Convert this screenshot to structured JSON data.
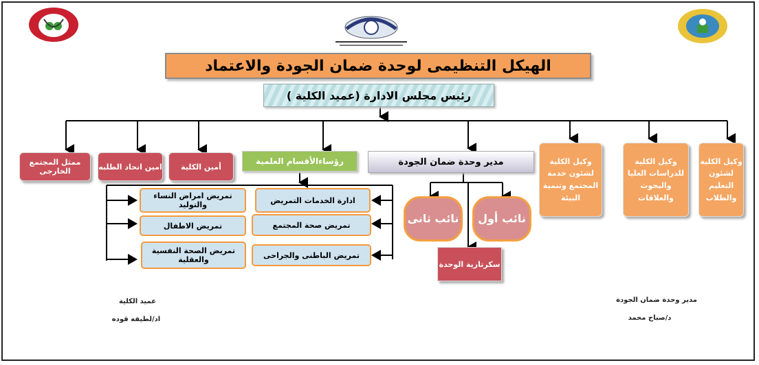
{
  "title": "الهيكل التنظيمى لوحدة ضمان الجودة والاعتماد",
  "chair": "رئيس مجلس الادارة (عميد الكلية )",
  "top_row": {
    "vice_students": "وكيل الكلية لشئون التعليم والطلاب",
    "vice_grad": "وكيل الكلية للدراسات العليا والبحوث والعلاقات",
    "vice_community": "وكيل الكلية لشئون خدمة المجتمع وتنمية البيئة",
    "quality_director": "مدير وحدة ضمان الجودة",
    "dept_heads": "رؤساءالأقسام العلمية",
    "college_secretary": "أمين الكلية",
    "union_secretary": "امين اتحاد الطلبه",
    "community_rep": "ممثل المجتمع الخارجى"
  },
  "departments": {
    "nursing_admin": "ادارة الخدمات التمريض",
    "community_health": "تمريض صحة المجتمع",
    "medical_surgical": "تمريض الباطنى والجراحى",
    "obgyn": "تمريض امراض النساء والتوليد",
    "pediatric": "تمريض الاطفال",
    "psychiatric": "تمريض الصحة النفسية والعقلية"
  },
  "deputies": {
    "first": "نائب أول",
    "second": "نائب ثانى",
    "secretariat": "سكرتارية الوحدة"
  },
  "signatures": {
    "dean_title": "عميد الكلية",
    "dean_name": "اد/لطيفه قوده",
    "director_title": "مدير وحدة ضمان الجودة",
    "director_name": "د/صباح محمد"
  },
  "colors": {
    "title_bg": "#f5a05a",
    "red_box": "#c9505a",
    "green_box": "#9ac35a",
    "orange_box": "#f4a561",
    "blue_box": "#cfe3ef",
    "pink_box": "#d98f8f"
  }
}
